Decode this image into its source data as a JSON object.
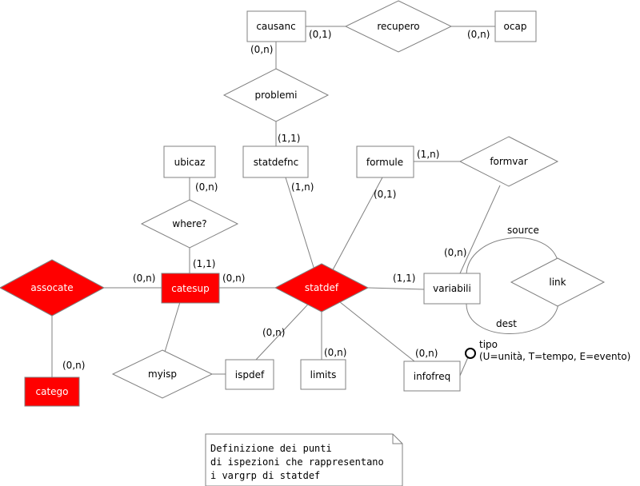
{
  "colors": {
    "highlight": "#ff0000",
    "stroke": "#808080",
    "fill": "#ffffff"
  },
  "nodes": {
    "causanc": "causanc",
    "recupero": "recupero",
    "ocap": "ocap",
    "problemi": "problemi",
    "statdefnc": "statdefnc",
    "ubicaz": "ubicaz",
    "formule": "formule",
    "formvar": "formvar",
    "where": "where?",
    "assocate": "assocate",
    "catesup": "catesup",
    "statdef": "statdef",
    "variabili": "variabili",
    "link": "link",
    "catego": "catego",
    "myisp": "myisp",
    "ispdef": "ispdef",
    "limits": "limits",
    "infofreq": "infofreq"
  },
  "cardinalities": {
    "causanc_recupero": "(0,1)",
    "ocap_recupero": "(0,n)",
    "causanc_problemi": "(0,n)",
    "statdefnc_problemi": "(1,1)",
    "formule_formvar": "(1,n)",
    "ubicaz_where": "(0,n)",
    "statdefnc_statdef": "(1,n)",
    "formule_statdef": "(0,1)",
    "variabili_formvar": "(0,n)",
    "catesup_where": "(1,1)",
    "catesup_assocate": "(0,n)",
    "catesup_statdef": "(0,n)",
    "variabili_statdef": "(1,1)",
    "ispdef_statdef": "(0,n)",
    "limits_statdef": "(0,n)",
    "infofreq_statdef": "(0,n)",
    "catego_assocate": "(0,n)"
  },
  "roles": {
    "source": "source",
    "dest": "dest"
  },
  "attribute": {
    "name": "tipo",
    "values": "(U=unità, T=tempo, E=evento)"
  },
  "note": {
    "line1": "Definizione dei punti",
    "line2": "di ispezioni che rappresentano",
    "line3": "i vargrp di statdef"
  }
}
